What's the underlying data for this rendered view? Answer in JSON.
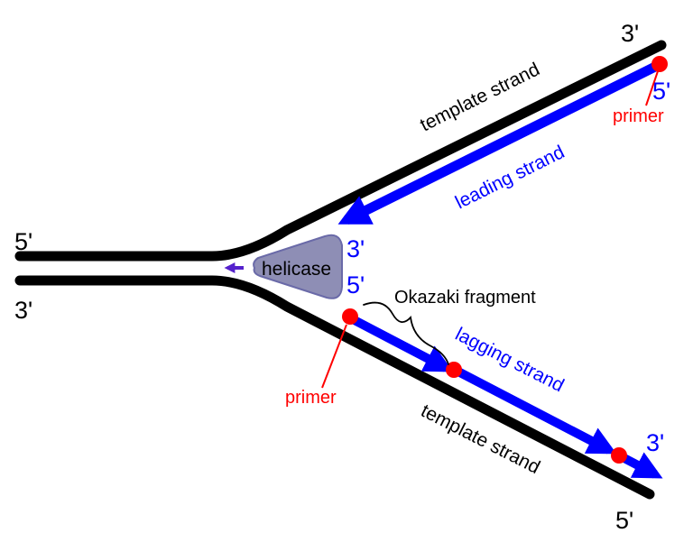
{
  "labels": {
    "left_top_end": "5'",
    "left_bottom_end": "3'",
    "top_template_end": "3'",
    "bottom_template_end": "5'",
    "top_template": "template strand",
    "bottom_template": "template strand",
    "leading_strand": "leading strand",
    "leading_start": "5'",
    "leading_end": "3'",
    "lagging_strand": "lagging strand",
    "lagging_start": "5'",
    "lagging_end": "3'",
    "helicase": "helicase",
    "okazaki": "Okazaki fragment",
    "primer_top": "primer",
    "primer_bottom": "primer"
  },
  "colors": {
    "template": "#000000",
    "new_strand": "#0000ff",
    "primer": "#ff0000",
    "helicase_fill": "#8e8eb5",
    "helicase_stroke": "#6a6aa8",
    "helicase_arrow": "#5522cc",
    "background": "#ffffff"
  }
}
